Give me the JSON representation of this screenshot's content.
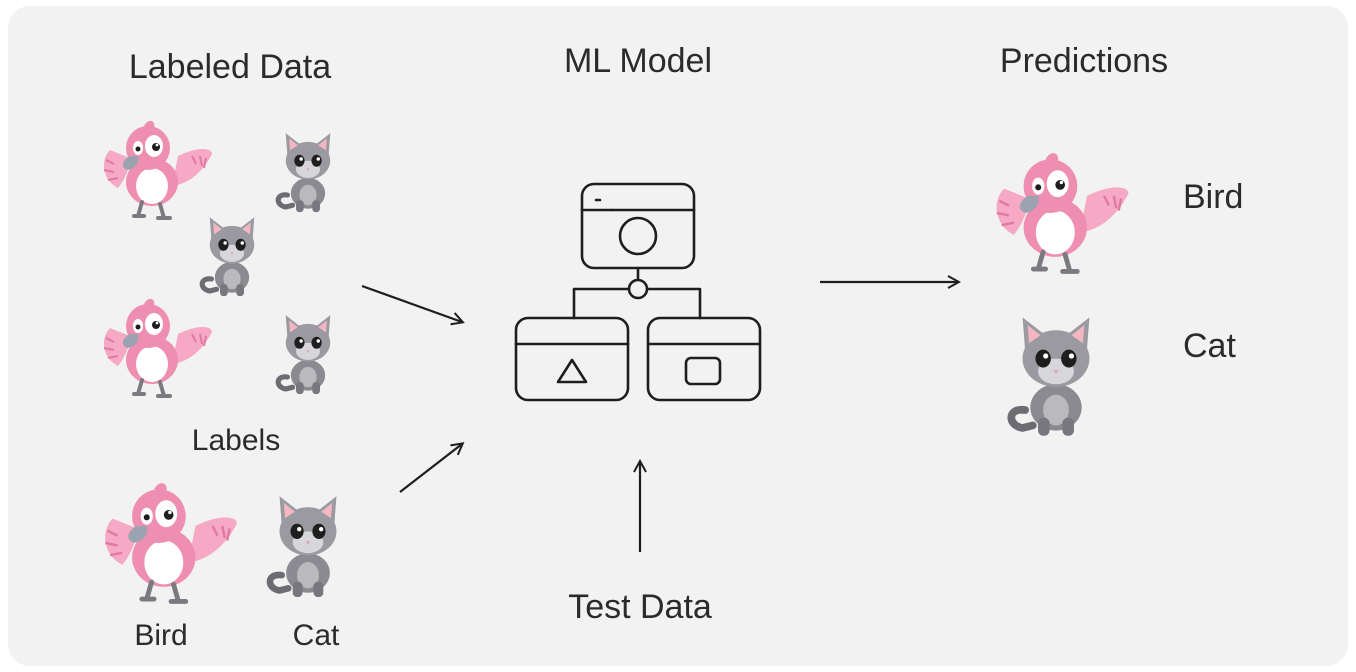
{
  "headings": {
    "labeled_data": "Labeled Data",
    "ml_model": "ML Model",
    "predictions": "Predictions"
  },
  "labels_section": {
    "title": "Labels",
    "bird": "Bird",
    "cat": "Cat"
  },
  "test_data": "Test Data",
  "predictions": {
    "bird": "Bird",
    "cat": "Cat"
  },
  "colors": {
    "background": "#f2f2f3",
    "text": "#2b2b2b",
    "line": "#1e1e1e",
    "bird_pink": "#ef8fb0",
    "cat_gray": "#8c8c92"
  },
  "icons": {
    "bird": "bird-icon",
    "cat": "cat-icon",
    "model": "ml-model-icon",
    "arrow": "arrow-icon"
  }
}
